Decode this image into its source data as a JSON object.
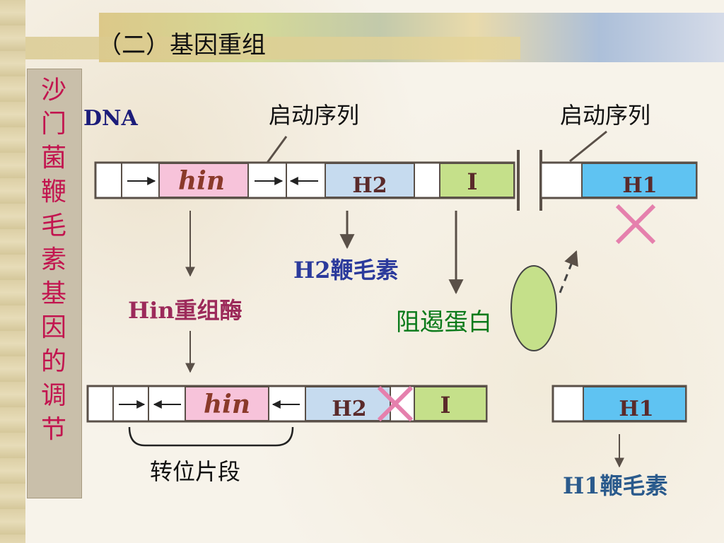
{
  "slide": {
    "title": "（二）基因重组",
    "sidebar_title": "沙门菌鞭毛素基因的调节"
  },
  "diagram": {
    "dna_label": "DNA",
    "promoter_label_1": "启动序列",
    "promoter_label_2": "启动序列",
    "top_gene_hin": "hin",
    "top_gene_h2": "H2",
    "top_gene_i": "I",
    "top_gene_h1": "H1",
    "h2_product": "H2鞭毛素",
    "hin_product": "Hin重组酶",
    "repressor_product": "阻遏蛋白",
    "bottom_gene_hin": "hin",
    "bottom_gene_h2": "H2",
    "bottom_gene_i": "I",
    "bottom_gene_h1": "H1",
    "inverted_segment_label": "转位片段",
    "h1_product": "H1鞭毛素"
  },
  "colors": {
    "hin_box": "#f7c3da",
    "h2_box": "#c6dbef",
    "i_box": "#c5e08a",
    "h1_box": "#5fc3f2",
    "cross": "#e580ad",
    "line": "#5a5048"
  }
}
